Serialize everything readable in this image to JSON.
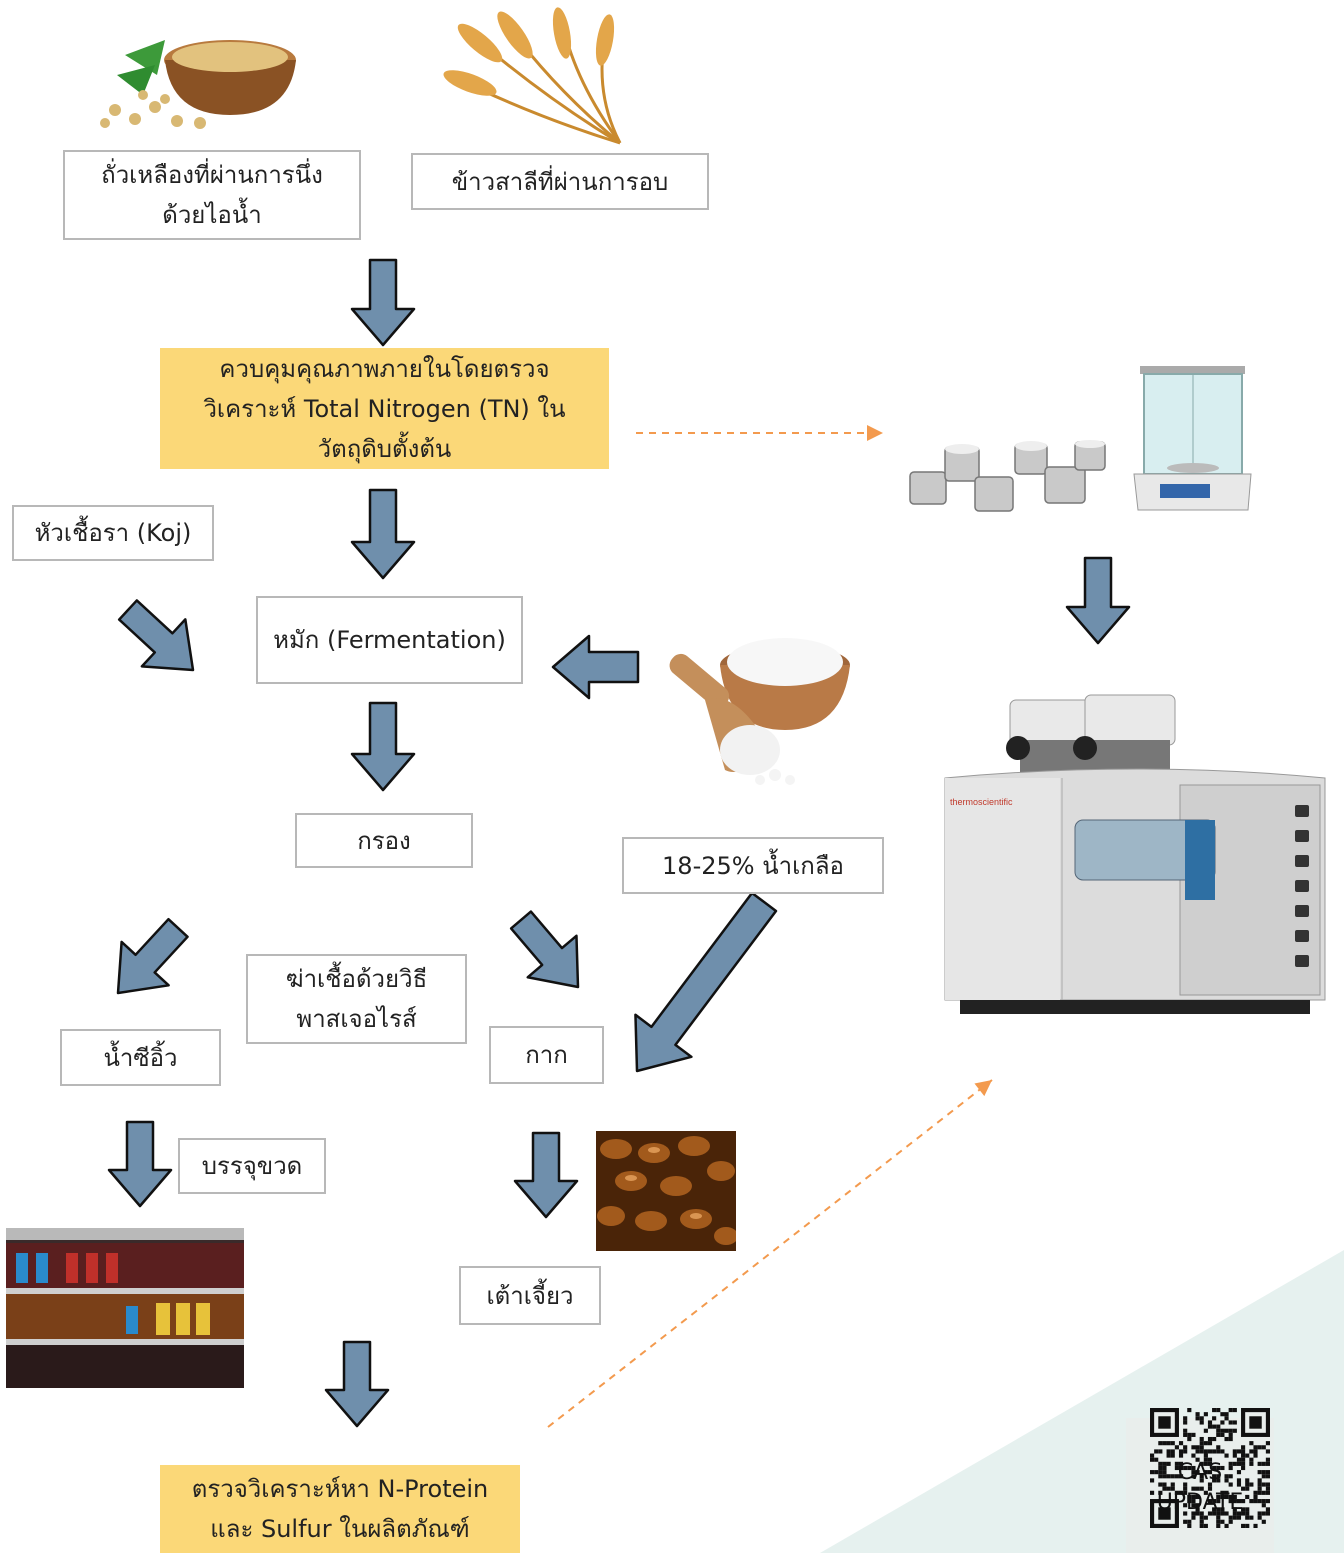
{
  "colors": {
    "arrow_fill": "#6f8fac",
    "arrow_stroke": "#111111",
    "highlight": "#fbd878",
    "dashed": "#f39a4e",
    "deco_triangle": "#e6f1ef"
  },
  "boxes": {
    "soy": "ถั่วเหลืองที่ผ่านการนึ่ง\nด้วยไอน้ำ",
    "barley": "ข้าวสาลีที่ผ่านการอบ",
    "qc": "ควบคุมคุณภาพภายในโดยตรวจ\nวิเคราะห์ Total Nitrogen (TN) ใน\nวัตถุดิบตั้งต้น",
    "koji": "หัวเชื้อรา (Koj)",
    "ferment": "หมัก (Fermentation)",
    "filter": "กรอง",
    "brine": "18-25% น้ำเกลือ",
    "pasteur": "ฆ่าเชื้อด้วยวิธี\nพาสเจอไรส์",
    "soy_sauce": "น้ำซีอิ้ว",
    "residue": "กาก",
    "bottle": "บรรจุขวด",
    "taochiew": "เต้าเจี้ยว",
    "final": "ตรวจวิเคราะห์หา N-Protein\nและ Sulfur ในผลิตภัณฑ์"
  },
  "images": {
    "soybeans": "soybean-bowl",
    "wheat": "wheat-ears",
    "tin_capsules": "tin-capsules",
    "balance": "analytical-balance",
    "salt": "salt-bowl-scoop",
    "analyzer": "elemental-analyzer",
    "analyzer_brand": "thermoscientific",
    "shelf": "supermarket-shelf",
    "beans": "fermented-beans"
  },
  "qr": {
    "text": "CAS\nUPDATE"
  }
}
